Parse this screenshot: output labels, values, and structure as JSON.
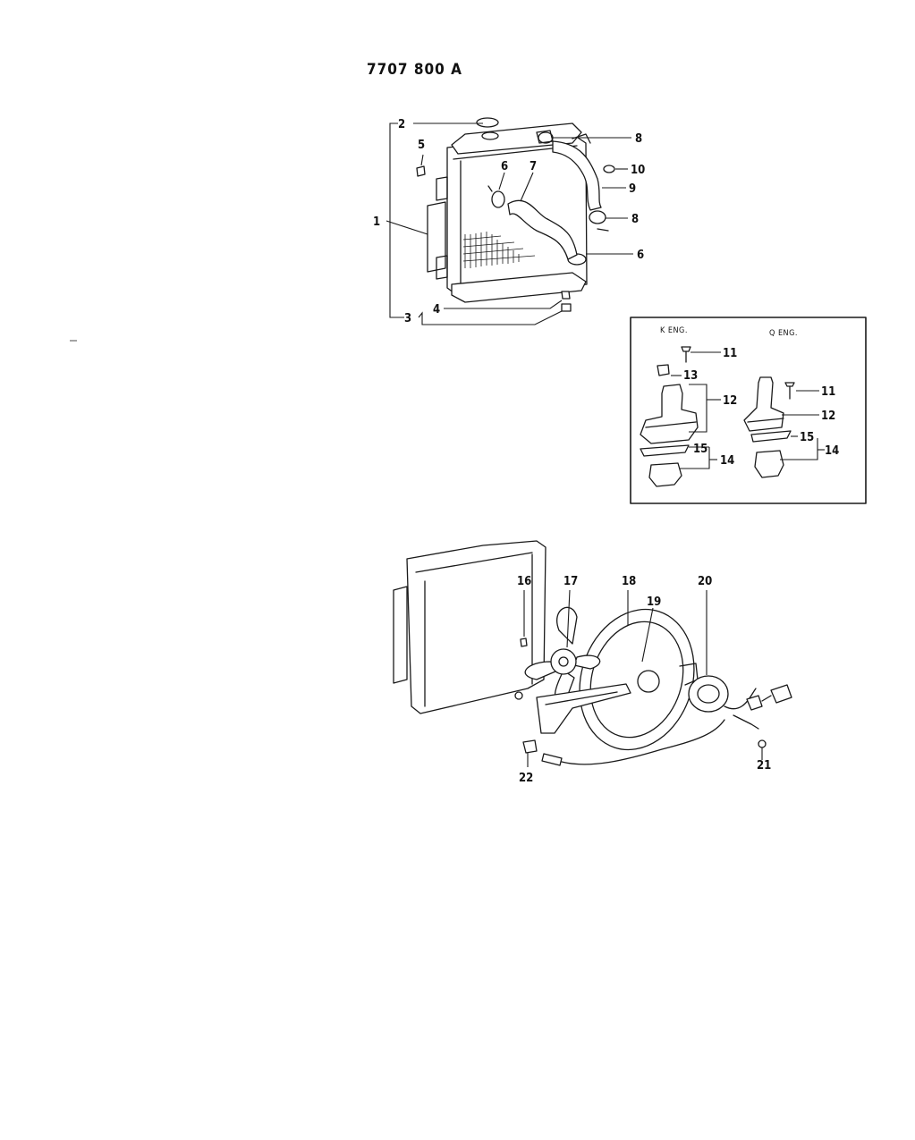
{
  "header": {
    "part_number": "7707 800 A"
  },
  "inset": {
    "left_heading": "K ENG.",
    "right_heading": "Q ENG."
  },
  "callouts": {
    "c1": "1",
    "c2": "2",
    "c3": "3",
    "c4": "4",
    "c5": "5",
    "c6a": "6",
    "c6b": "6",
    "c7": "7",
    "c8a": "8",
    "c8b": "8",
    "c9": "9",
    "c10": "10",
    "k11": "11",
    "k12": "12",
    "k13": "13",
    "k14": "14",
    "k15": "15",
    "q11": "11",
    "q12": "12",
    "q14": "14",
    "q15": "15",
    "c16": "16",
    "c17": "17",
    "c18": "18",
    "c19": "19",
    "c20": "20",
    "c21": "21",
    "c22": "22"
  }
}
